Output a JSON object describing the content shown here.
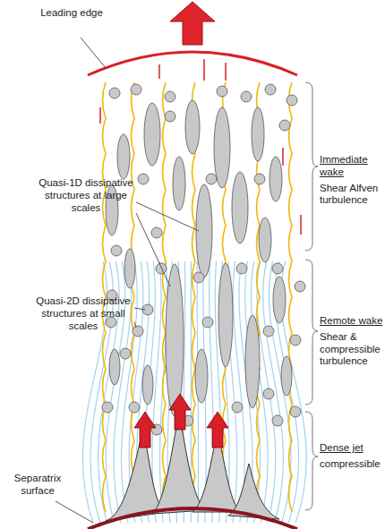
{
  "diagram": {
    "labels": [
      "Leading edge",
      "Quasi-1D dissipative structures at large scales",
      "Quasi-2D dissipative structures at small scales",
      "Separatrix surface",
      "Immediate wake",
      "Shear Alfven turbulence",
      "Remote wake",
      "Shear & compressible turbulence",
      "Dense jet",
      "compressible"
    ]
  }
}
